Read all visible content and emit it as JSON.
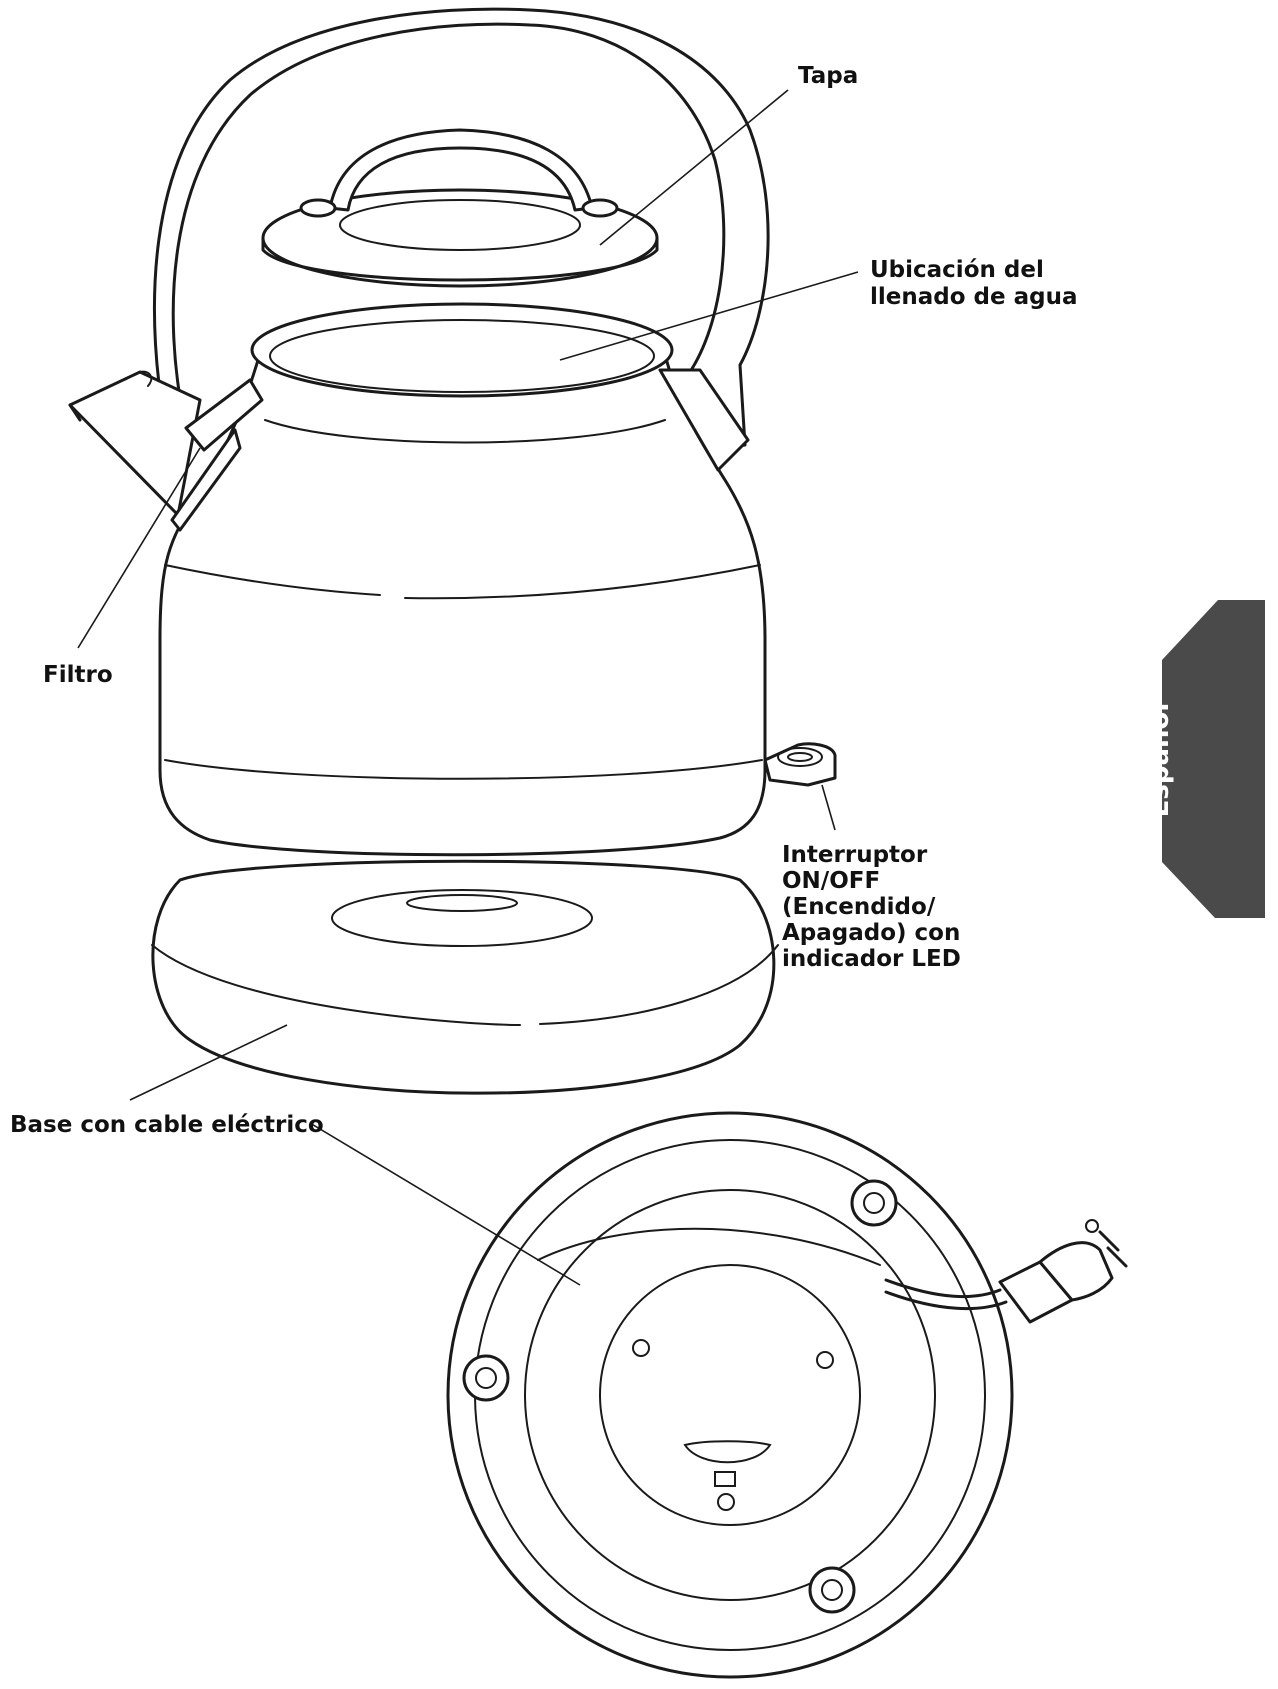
{
  "labels": {
    "tapa": "Tapa",
    "ubicacion_line1": "Ubicación del",
    "ubicacion_line2": "llenado de agua",
    "filtro": "Filtro",
    "interruptor_line1": "Interruptor",
    "interruptor_line2": "ON/OFF",
    "interruptor_line3": "(Encendido/",
    "interruptor_line4": "Apagado) con",
    "interruptor_line5": "indicador LED",
    "base": "Base con cable eléctrico"
  },
  "language_tab": {
    "text": "Español",
    "color": "#4a4a4a"
  }
}
